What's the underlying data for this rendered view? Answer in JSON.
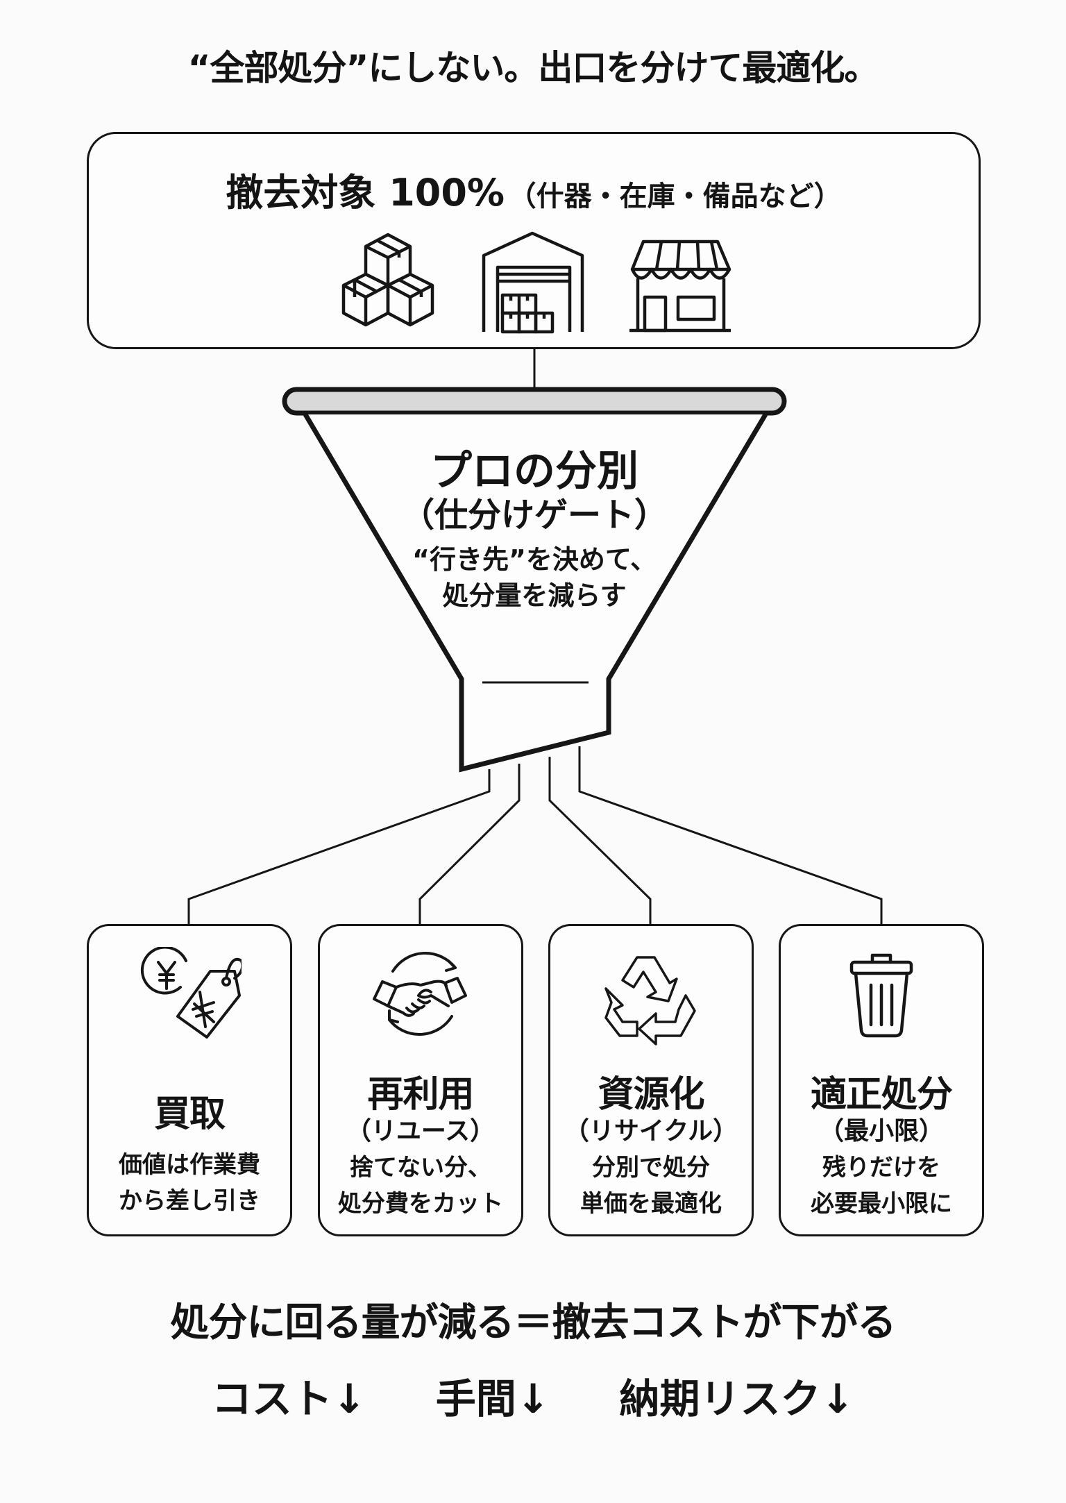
{
  "headline": "“全部処分”にしない。出口を分けて最適化。",
  "source_box": {
    "title": "撤去対象 100%",
    "subtitle": "（什器・在庫・備品など）",
    "icons": [
      "boxes-icon",
      "warehouse-icon",
      "storefront-icon"
    ]
  },
  "funnel": {
    "title": "プロの分別",
    "subtitle": "（仕分けゲート）",
    "description_lines": [
      "“行き先”を決めて、",
      "処分量を減らす"
    ]
  },
  "outlets": [
    {
      "label": "買取",
      "paren": "",
      "icon": "yen-price-tag-icon",
      "desc_lines": [
        "価値は作業費",
        "から差し引き"
      ]
    },
    {
      "label": "再利用",
      "paren": "（リユース）",
      "icon": "handshake-cycle-icon",
      "desc_lines": [
        "捨てない分、",
        "処分費をカット"
      ]
    },
    {
      "label": "資源化",
      "paren": "（リサイクル）",
      "icon": "recycle-icon",
      "desc_lines": [
        "分別で処分",
        "単価を最適化"
      ]
    },
    {
      "label": "適正処分",
      "paren": "（最小限）",
      "icon": "trash-can-icon",
      "desc_lines": [
        "残りだけを",
        "必要最小限に"
      ]
    }
  ],
  "conclusion": {
    "line1": "処分に回る量が減る＝撤去コストが下がる",
    "benefits": [
      "コスト↓",
      "手間↓",
      "納期リスク↓"
    ]
  },
  "colors": {
    "ink": "#141414",
    "rim_fill": "#d9d9d9",
    "background": "#fbfbfb"
  }
}
